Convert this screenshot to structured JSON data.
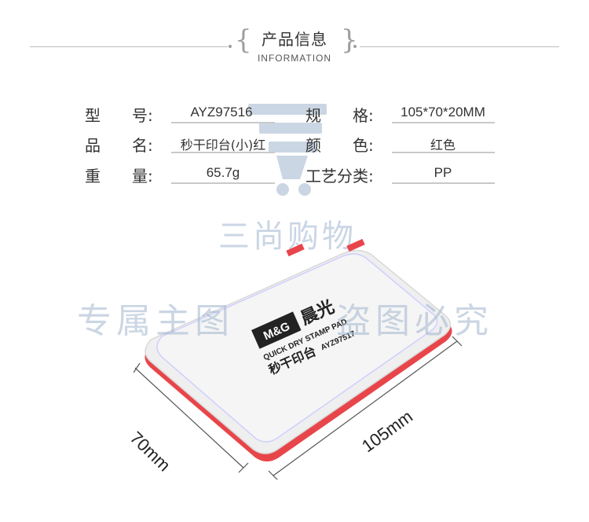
{
  "header": {
    "title": "产品信息",
    "subtitle": "INFORMATION"
  },
  "specs": {
    "model_label": "型　　号:",
    "model_value": "AYZ97516",
    "spec_label": "规　　格:",
    "spec_value": "105*70*20MM",
    "name_label": "品　　名:",
    "name_value": "秒干印台(小)红",
    "color_label": "颜　　色:",
    "color_value": "红色",
    "weight_label": "重　　量:",
    "weight_value": "65.7g",
    "craft_label": "工艺分类:",
    "craft_value": "PP"
  },
  "watermark": {
    "shop": "三尚购物",
    "exclusive": "专属主图",
    "piracy": "盗图必究"
  },
  "product": {
    "brand": "M&G晨光",
    "line1": "QUICK DRY STAMP PAD",
    "line2": "秒干印台",
    "model": "AYZ97517"
  },
  "dimensions": {
    "width": "70mm",
    "length": "105mm"
  },
  "colors": {
    "pad_red": "#e8454a",
    "lid_white": "#f2f2f2"
  }
}
